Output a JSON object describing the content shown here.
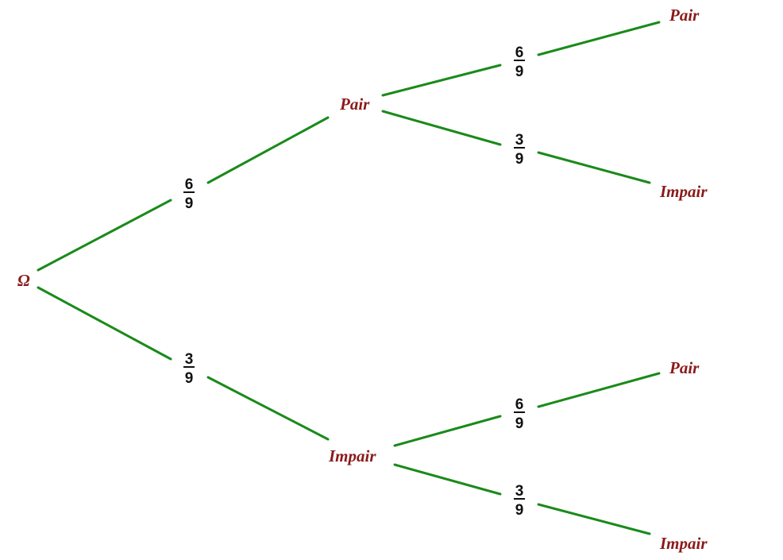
{
  "tree": {
    "root": {
      "label": "Ω"
    },
    "level1": [
      {
        "label": "Pair",
        "probability": {
          "numerator": "6",
          "denominator": "9"
        }
      },
      {
        "label": "Impair",
        "probability": {
          "numerator": "3",
          "denominator": "9"
        }
      }
    ],
    "level2": [
      {
        "label": "Pair",
        "probability": {
          "numerator": "6",
          "denominator": "9"
        }
      },
      {
        "label": "Impair",
        "probability": {
          "numerator": "3",
          "denominator": "9"
        }
      },
      {
        "label": "Pair",
        "probability": {
          "numerator": "6",
          "denominator": "9"
        }
      },
      {
        "label": "Impair",
        "probability": {
          "numerator": "3",
          "denominator": "9"
        }
      }
    ]
  },
  "colors": {
    "edge": "#1a8a1a",
    "node_label": "#8b1a1a",
    "probability": "#111111"
  }
}
